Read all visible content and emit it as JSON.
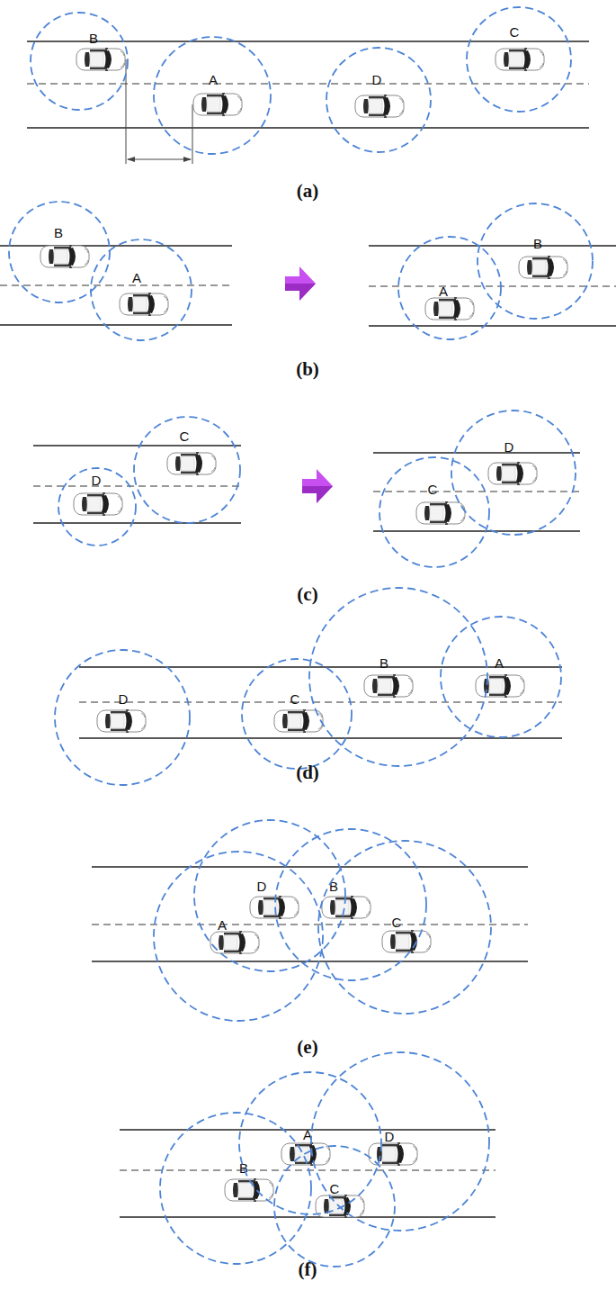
{
  "diagram": {
    "nodes": [
      {
        "text": [
          "B"
        ]
      },
      {
        "text": [
          "A"
        ]
      },
      {
        "text": [
          "D"
        ]
      },
      {
        "text": [
          "C"
        ]
      },
      {
        "text": [
          "B"
        ]
      },
      {
        "text": [
          "A"
        ]
      },
      {
        "text": [
          "A"
        ]
      },
      {
        "text": [
          "B"
        ]
      },
      {
        "text": [
          "D"
        ]
      },
      {
        "text": [
          "C"
        ]
      },
      {
        "text": [
          "C"
        ]
      },
      {
        "text": [
          "D"
        ]
      },
      {
        "text": [
          "D"
        ]
      },
      {
        "text": [
          "C"
        ]
      },
      {
        "text": [
          "B"
        ]
      },
      {
        "text": [
          "A"
        ]
      },
      {
        "text": [
          "A"
        ]
      },
      {
        "text": [
          "D"
        ]
      },
      {
        "text": [
          "B"
        ]
      },
      {
        "text": [
          "C"
        ]
      },
      {
        "text": [
          "B"
        ]
      },
      {
        "text": [
          "A"
        ]
      },
      {
        "text": [
          "C"
        ]
      },
      {
        "text": [
          "D"
        ]
      }
    ],
    "labels": [
      "(a)",
      "(b)",
      "(c)",
      "(d)",
      "(e)",
      "(f)"
    ]
  }
}
